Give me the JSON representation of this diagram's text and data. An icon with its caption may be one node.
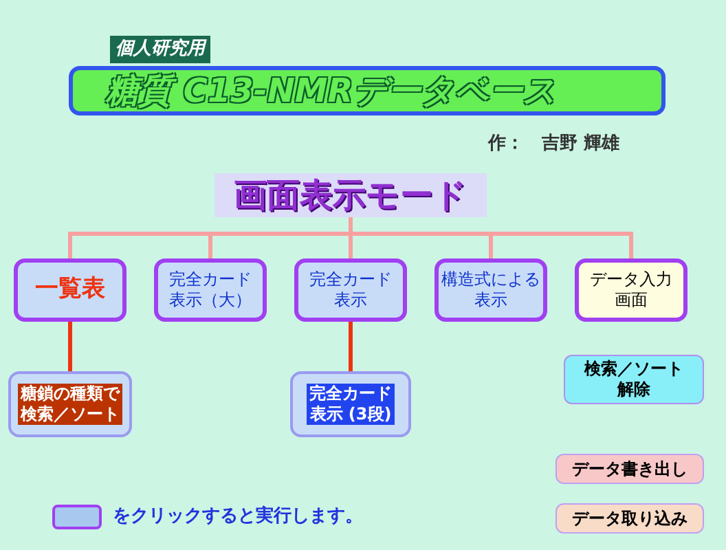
{
  "diagram": {
    "title": "糖質 C13-NMRデータベース",
    "nodes": [
      {
        "text": [
          "画面表示モード"
        ]
      },
      {
        "text": [
          "一覧表"
        ]
      },
      {
        "text": [
          "完全カード表示（大）"
        ]
      },
      {
        "text": [
          "完全カード表示"
        ]
      },
      {
        "text": [
          "構造式による表示"
        ]
      },
      {
        "text": [
          "データ入力画面"
        ]
      },
      {
        "text": [
          "糖鎖の種類で検索／ソート"
        ]
      },
      {
        "text": [
          "完全カード表示 (3段)"
        ]
      },
      {
        "text": [
          "検索／ソート解除"
        ]
      },
      {
        "text": [
          "データ書き出し"
        ]
      },
      {
        "text": [
          "データ取り込み"
        ]
      }
    ],
    "edges": [
      {
        "from": 0,
        "to": 1,
        "arrow": "none"
      },
      {
        "from": 0,
        "to": 2,
        "arrow": "none"
      },
      {
        "from": 0,
        "to": 3,
        "arrow": "none"
      },
      {
        "from": 0,
        "to": 4,
        "arrow": "none"
      },
      {
        "from": 0,
        "to": 5,
        "arrow": "none"
      },
      {
        "from": 1,
        "to": 6,
        "arrow": "none",
        "color": "#ee3311"
      },
      {
        "from": 3,
        "to": 7,
        "arrow": "none",
        "color": "#ee3311"
      }
    ],
    "labels": [
      "個人研究用",
      "作：　吉野 輝雄"
    ],
    "legend": [
      {
        "text": "をクリックすると実行します。",
        "color": "#a8c8f0"
      }
    ]
  }
}
